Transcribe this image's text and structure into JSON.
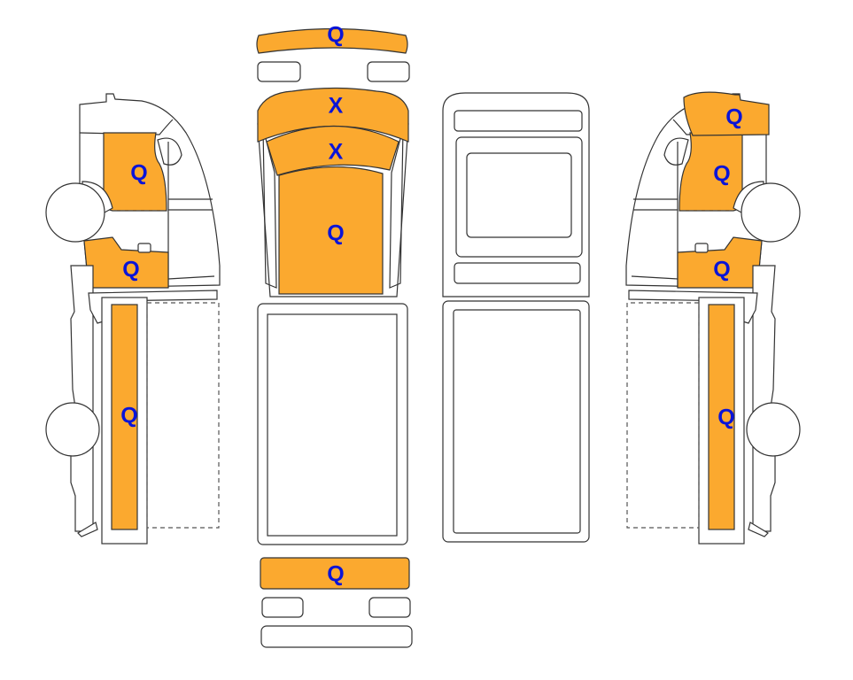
{
  "diagram": {
    "title": "Vehicle damage diagram",
    "colors": {
      "marked_panel": "#FBA92F",
      "label": "#0A14D8",
      "outline": "#333333"
    },
    "top_view": {
      "front_bumper": "Q",
      "hood": "X",
      "windshield": "X",
      "roof": "Q",
      "rear_bumper": "Q"
    },
    "left_side": {
      "front_door": "Q",
      "front_fender_lower": "Q",
      "bed_side": "Q"
    },
    "right_side": {
      "hood_side": "Q",
      "front_door": "Q",
      "front_fender_lower": "Q",
      "bed_side": "Q"
    }
  }
}
